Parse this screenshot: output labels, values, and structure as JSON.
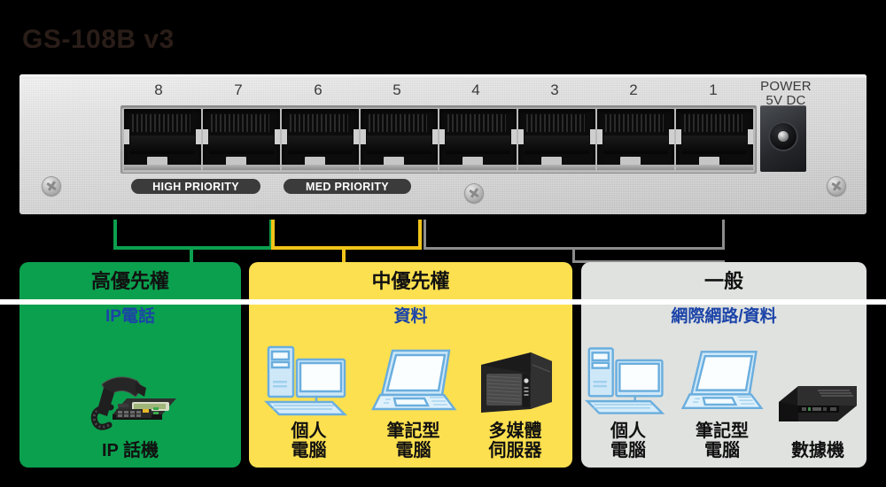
{
  "product": {
    "title": "GS-108B v3"
  },
  "device": {
    "port_numbers": [
      "8",
      "7",
      "6",
      "5",
      "4",
      "3",
      "2",
      "1"
    ],
    "power_label_line1": "POWER",
    "power_label_line2": "5V DC",
    "pills": [
      {
        "label": "HIGH PRIORITY"
      },
      {
        "label": "MED PRIORITY"
      }
    ]
  },
  "brackets": [
    {
      "name": "high-priority-bracket",
      "color": "#0ba04e"
    },
    {
      "name": "med-priority-bracket",
      "color": "#f0c419"
    },
    {
      "name": "normal-bracket",
      "color": "#8c8c8c"
    }
  ],
  "panels": [
    {
      "id": "high",
      "header": "高優先權",
      "subtitle": "IP電話",
      "bg": "#0ba04e",
      "items": [
        {
          "icon": "ip-phone-icon",
          "caption": "IP 話機"
        }
      ]
    },
    {
      "id": "medium",
      "header": "中優先權",
      "subtitle": "資料",
      "bg": "#fde04f",
      "items": [
        {
          "icon": "desktop-pc-icon",
          "caption": "個人\n電腦"
        },
        {
          "icon": "laptop-icon",
          "caption": "筆記型\n電腦"
        },
        {
          "icon": "nas-server-icon",
          "caption": "多媒體\n伺服器"
        }
      ]
    },
    {
      "id": "normal",
      "header": "一般",
      "subtitle": "網際網路/資料",
      "bg": "#e0e2e0",
      "items": [
        {
          "icon": "desktop-pc-icon",
          "caption": "個人\n電腦"
        },
        {
          "icon": "laptop-icon",
          "caption": "筆記型\n電腦"
        },
        {
          "icon": "modem-icon",
          "caption": "數據機"
        }
      ]
    }
  ]
}
